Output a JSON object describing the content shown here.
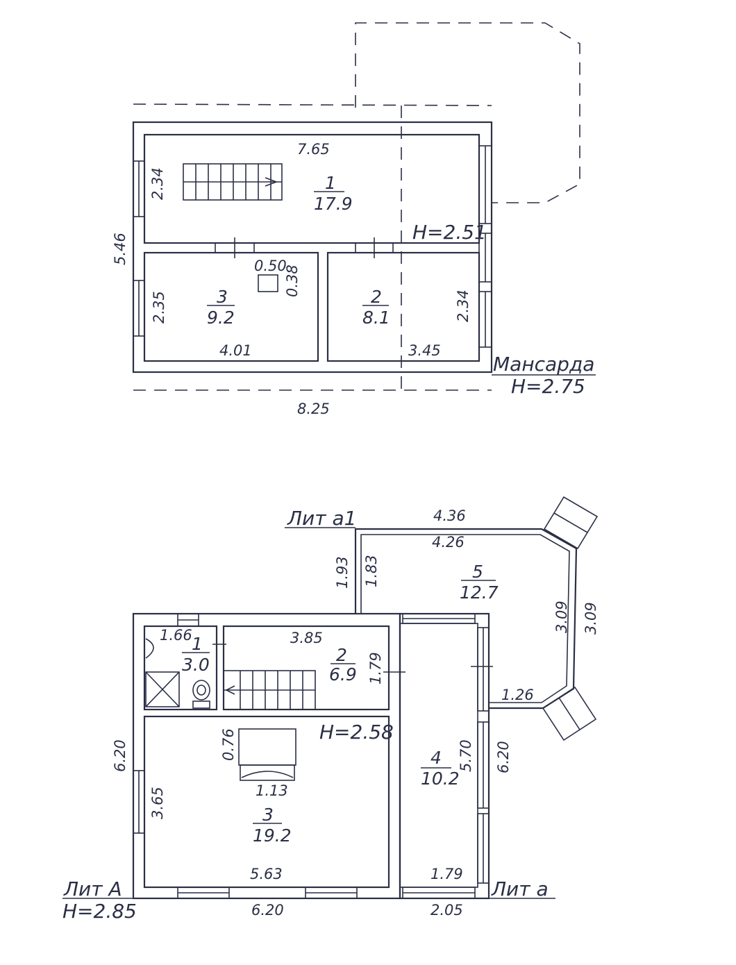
{
  "attic_floor": {
    "title": "Мансарда",
    "height": "H=2.75",
    "room_height": "H=2.51",
    "overall_width": "8.25",
    "overall_depth": "5.46",
    "dims": {
      "room1_width": "7.65",
      "room1_depth": "2.34",
      "chimney_w": "0.50",
      "chimney_d": "0.38",
      "room3_depth": "2.35",
      "room3_width": "4.01",
      "room2_depth": "2.34",
      "room2_width": "3.45"
    },
    "rooms": [
      {
        "number": "1",
        "area": "17.9"
      },
      {
        "number": "2",
        "area": "8.1"
      },
      {
        "number": "3",
        "area": "9.2"
      }
    ]
  },
  "ground_floor": {
    "lit_A": "Лит А",
    "lit_A_height": "H=2.85",
    "lit_a": "Лит а",
    "lit_a1": "Лит а1",
    "room_height": "H=2.58",
    "dims": {
      "overall_depth": "6.20",
      "overall_width": "6.20",
      "room3_width": "5.63",
      "room3_depth": "3.65",
      "room1_width": "1.66",
      "room2_width": "3.85",
      "room2_depth": "1.79",
      "stove_depth": "0.76",
      "stove_width": "1.13",
      "a_width_inner": "1.79",
      "a_width_outer": "2.05",
      "a_depth_inner": "5.70",
      "a_depth_outer": "6.20",
      "a1_top_outer": "4.36",
      "a1_top_inner": "4.26",
      "a1_left_outer": "1.93",
      "a1_left_inner": "1.83",
      "a1_right_inner": "3.09",
      "a1_right_outer": "3.09",
      "a1_bottom": "1.26"
    },
    "rooms": [
      {
        "number": "1",
        "area": "3.0"
      },
      {
        "number": "2",
        "area": "6.9"
      },
      {
        "number": "3",
        "area": "19.2"
      },
      {
        "number": "4",
        "area": "10.2"
      },
      {
        "number": "5",
        "area": "12.7"
      }
    ]
  }
}
